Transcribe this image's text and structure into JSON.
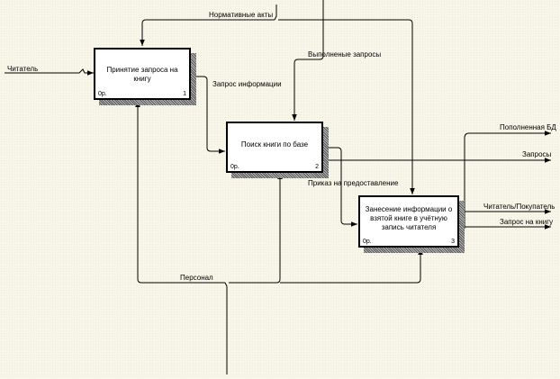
{
  "diagram": {
    "type": "IDEF0",
    "activities": [
      {
        "id": "A1",
        "title": "Принятие запроса на книгу",
        "cost": "0р.",
        "number": "1"
      },
      {
        "id": "A2",
        "title": "Поиск книги по базе",
        "cost": "0р.",
        "number": "2"
      },
      {
        "id": "A3",
        "title": "Занесение информации о взятой книге в учётную запись читателя",
        "cost": "0р.",
        "number": "3"
      }
    ],
    "arrows": {
      "input_reader": "Читатель",
      "control_norms": "Нормативные акты",
      "info_request": "Запрос информации",
      "completed_requests": "Выполненые запросы",
      "grant_order": "Приказ на предоставление",
      "updated_db": "Пополненная БД",
      "requests": "Запросы",
      "reader_buyer": "Читатель/Покупатель",
      "book_request": "Запрос на книгу",
      "personnel": "Персонал"
    }
  }
}
